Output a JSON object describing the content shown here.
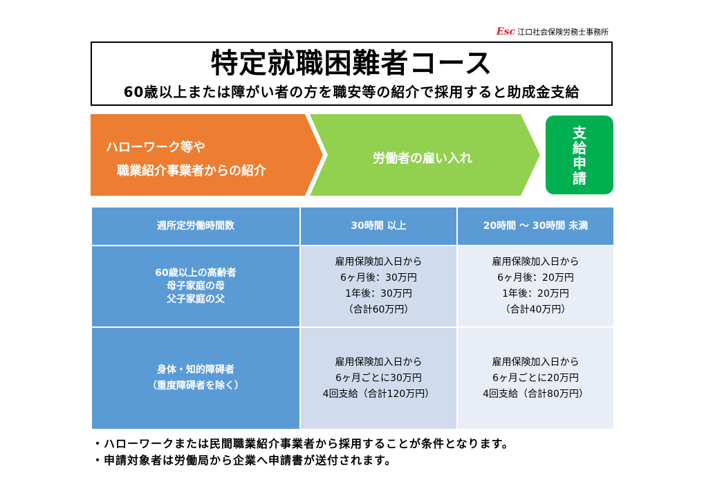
{
  "logo": {
    "mark": "Esc",
    "text": "江口社会保険労務士事務所"
  },
  "title": "特定就職困難者コース",
  "subtitle": "60歳以上または障がい者の方を職安等の紹介で採用すると助成金支給",
  "flow": {
    "step1": [
      "ハローワーク等や",
      "職業紹介事業者からの紹介"
    ],
    "step2": "労働者の雇い入れ",
    "step3": [
      "支",
      "給",
      "申",
      "請"
    ],
    "colors": {
      "step1": "#ed7d31",
      "step2": "#92d050",
      "step3": "#00b050"
    }
  },
  "table": {
    "headers": [
      "週所定労働時間数",
      "30時間 以上",
      "20時間 ～ 30時間 未満"
    ],
    "rows": [
      {
        "label": [
          "60歳以上の高齢者",
          "母子家庭の母",
          "父子家庭の父"
        ],
        "col1": [
          "雇用保険加入日から",
          "6ヶ月後：30万円",
          "1年後：30万円",
          "（合計60万円）"
        ],
        "col2": [
          "雇用保険加入日から",
          "6ヶ月後：20万円",
          "1年後：20万円",
          "（合計40万円）"
        ]
      },
      {
        "label": [
          "身体・知的障碍者",
          "（重度障碍者を除く）"
        ],
        "col1": [
          "雇用保険加入日から",
          "6ヶ月ごとに30万円",
          "4回支給（合計120万円）"
        ],
        "col2": [
          "雇用保険加入日から",
          "6ヶ月ごとに20万円",
          "4回支給（合計80万円）"
        ]
      }
    ]
  },
  "notes": [
    "・ハローワークまたは民間職業紹介事業者から採用することが条件となります。",
    "・申請対象者は労働局から企業へ申請書が送付されます。"
  ]
}
